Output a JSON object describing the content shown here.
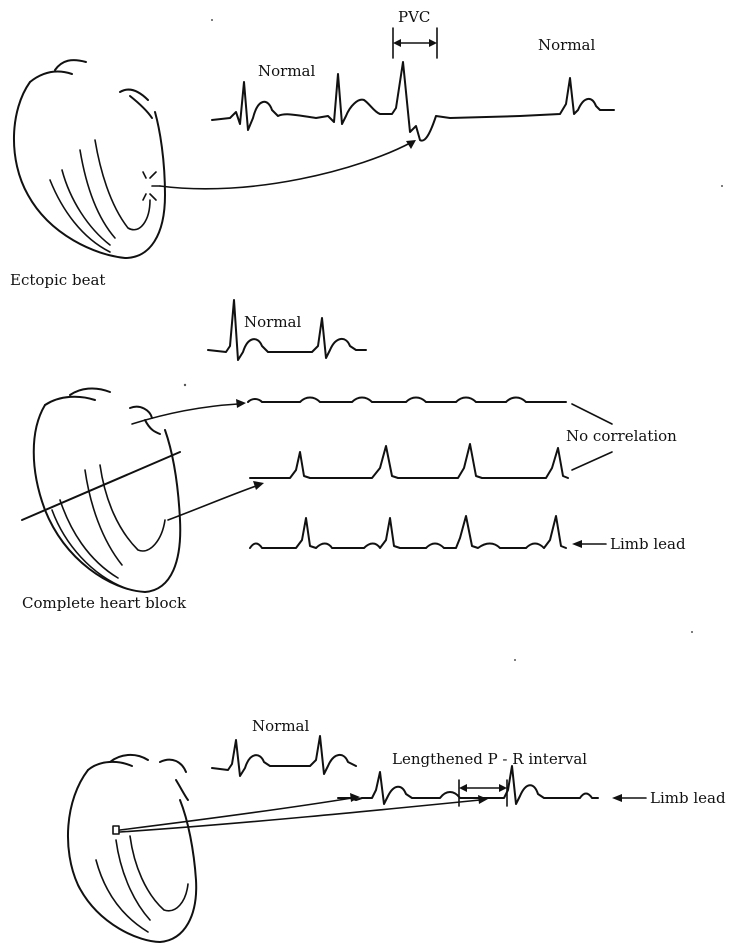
{
  "panels": {
    "ectopic": {
      "caption": "Ectopic beat",
      "normal_left": "Normal",
      "pvc": "PVC",
      "normal_right": "Normal"
    },
    "heart_block": {
      "caption": "Complete heart block",
      "normal": "Normal",
      "no_correlation": "No correlation",
      "limb_lead": "Limb lead"
    },
    "pr_interval": {
      "normal": "Normal",
      "lengthened": "Lengthened P - R interval",
      "limb_lead": "Limb lead"
    }
  }
}
